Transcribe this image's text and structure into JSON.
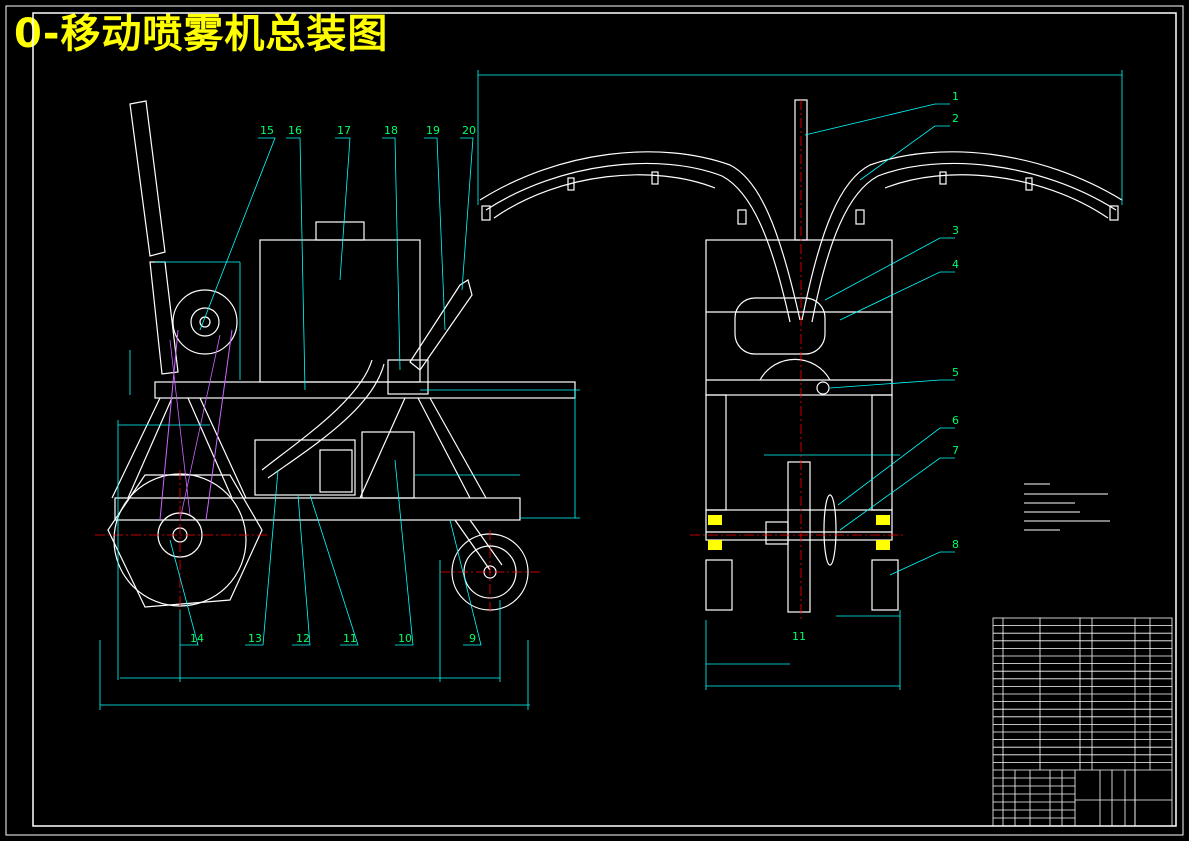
{
  "title": "0-移动喷雾机总装图",
  "side_view_callouts": [
    "15",
    "16",
    "17",
    "18",
    "19",
    "20",
    "14",
    "13",
    "12",
    "11",
    "10",
    "9"
  ],
  "front_view_callouts": [
    "1",
    "2",
    "3",
    "4",
    "5",
    "6",
    "7",
    "8",
    "11"
  ],
  "colors": {
    "background": "#000000",
    "title": "#ffff00",
    "outline": "#ffffff",
    "dimension": "#00ffff",
    "centerline": "#ff0000",
    "chain": "#cc66ff",
    "part": "#ffff00"
  }
}
